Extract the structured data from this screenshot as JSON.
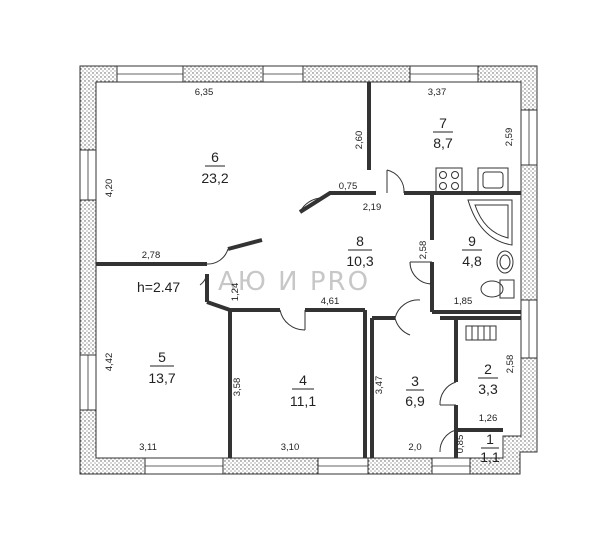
{
  "watermark": "АЮ И PRO",
  "ceiling_height": "h=2.47",
  "rooms": [
    {
      "id": "room-6",
      "number": "6",
      "area": "23,2"
    },
    {
      "id": "room-7",
      "number": "7",
      "area": "8,7"
    },
    {
      "id": "room-8",
      "number": "8",
      "area": "10,3"
    },
    {
      "id": "room-9",
      "number": "9",
      "area": "4,8"
    },
    {
      "id": "room-5",
      "number": "5",
      "area": "13,7"
    },
    {
      "id": "room-4",
      "number": "4",
      "area": "11,1"
    },
    {
      "id": "room-3",
      "number": "3",
      "area": "6,9"
    },
    {
      "id": "room-2",
      "number": "2",
      "area": "3,3"
    },
    {
      "id": "room-1",
      "number": "1",
      "area": "1,1"
    }
  ],
  "dimensions": {
    "d635": "6,35",
    "d337": "3,37",
    "d260": "2,60",
    "d259": "2,59",
    "d420": "4,20",
    "d075": "0,75",
    "d219": "2,19",
    "d258a": "2,58",
    "d278": "2,78",
    "d124": "1,24",
    "d461": "4,61",
    "d185": "1,85",
    "d258b": "2,58",
    "d442": "4,42",
    "d358": "3,58",
    "d347": "3,47",
    "d126": "1,26",
    "d311": "3,11",
    "d310": "3,10",
    "d20": "2,0",
    "d085": "0,85"
  }
}
